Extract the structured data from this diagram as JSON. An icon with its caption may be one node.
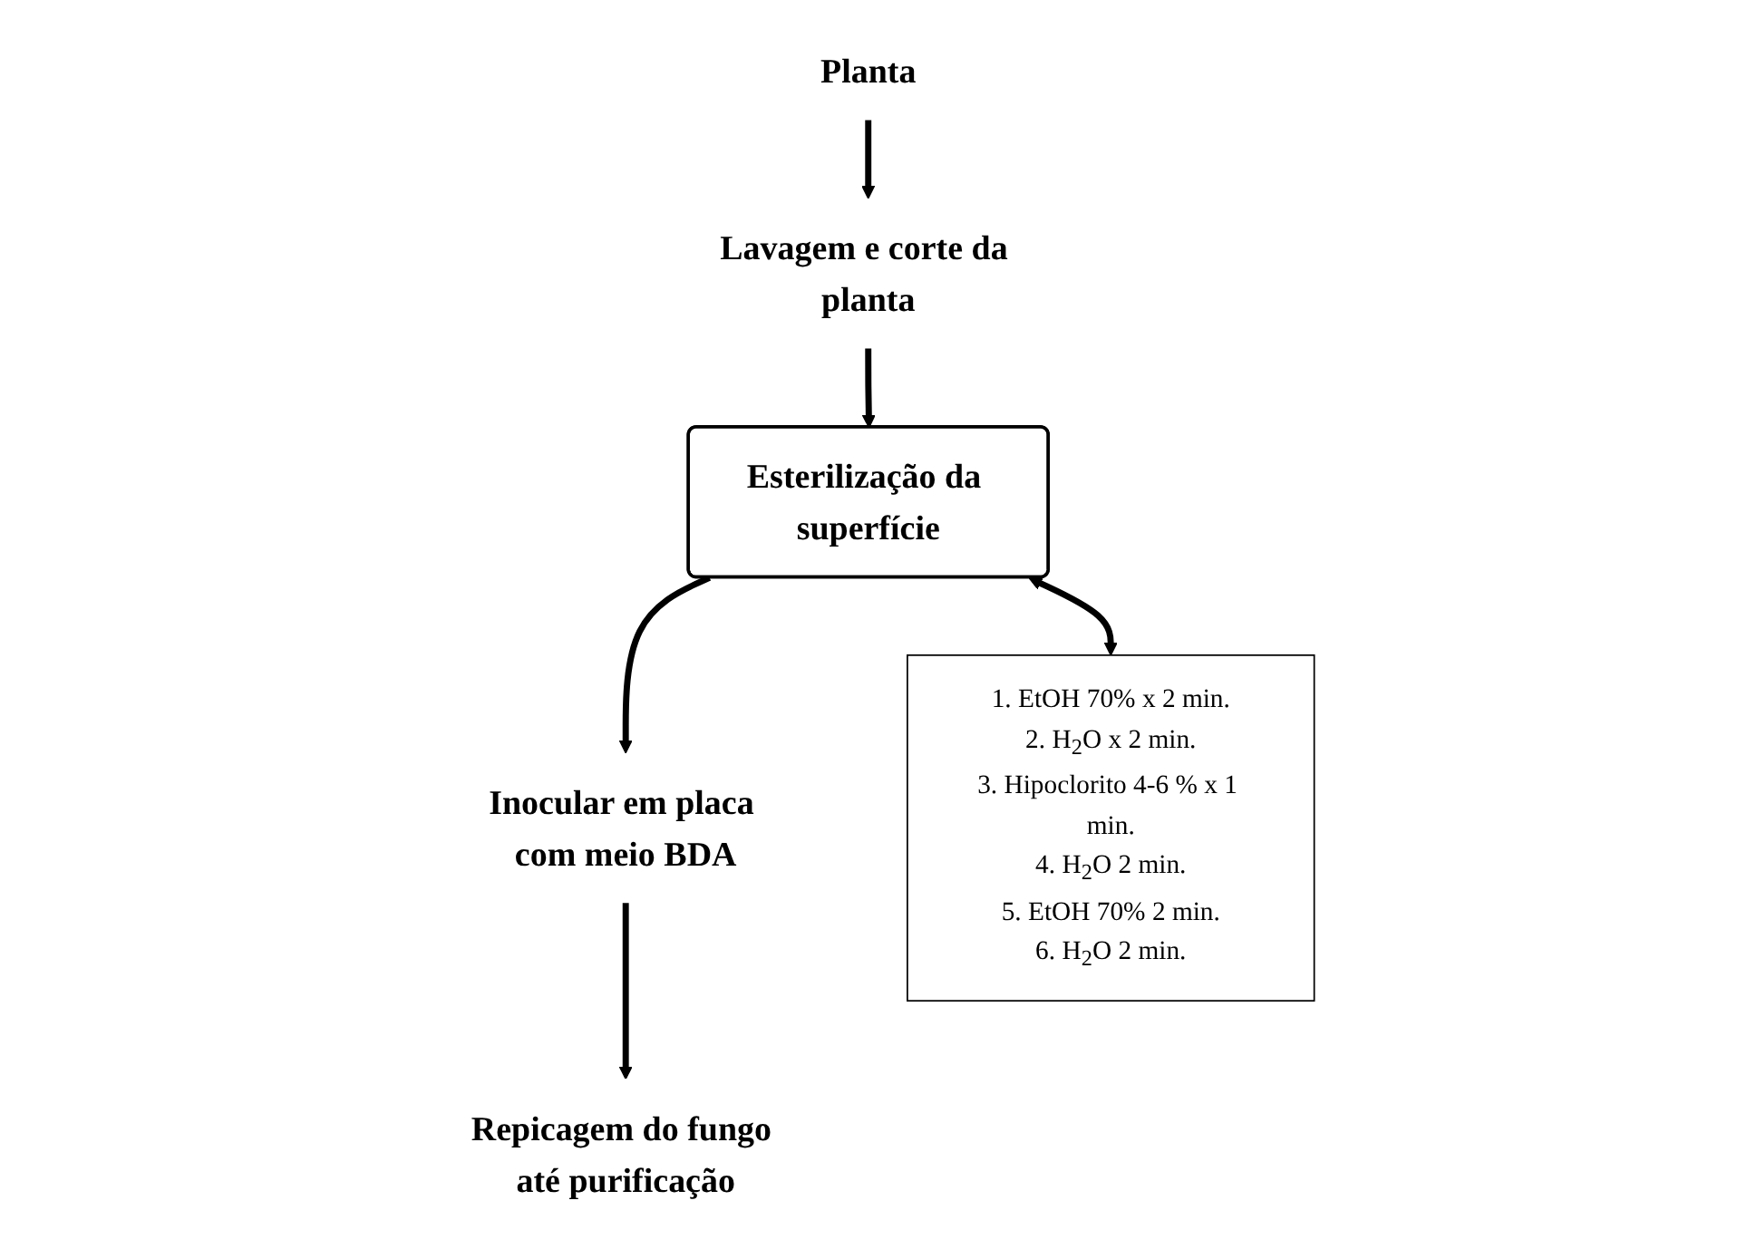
{
  "diagram": {
    "nodes": [
      {
        "text": [
          "Planta"
        ]
      },
      {
        "text": [
          "Lavagem e corte da planta"
        ]
      },
      {
        "text": [
          "Esterilização da superfície"
        ]
      },
      {
        "text": [
          "Inocular em placa com meio BDA"
        ]
      },
      {
        "text": [
          "Repicagem do fungo até purificação"
        ]
      },
      {
        "text": [
          "1. EtOH 70% x 2 min.",
          "2. H$_{2}$O x 2 min.",
          "3. Hipoclorito 4-6 % x 1 min.",
          "4. H$_{2}$O 2 min.",
          "5. EtOH 70% 2 min.",
          "6. H$_{2}$O 2 min."
        ]
      }
    ],
    "edges": [
      {
        "from": 0,
        "to": 1,
        "arrow": "to"
      },
      {
        "from": 1,
        "to": 2,
        "arrow": "to"
      },
      {
        "from": 2,
        "to": 3,
        "arrow": "to"
      },
      {
        "from": 3,
        "to": 4,
        "arrow": "to"
      },
      {
        "from": 2,
        "to": 5,
        "arrow": "both"
      }
    ]
  }
}
